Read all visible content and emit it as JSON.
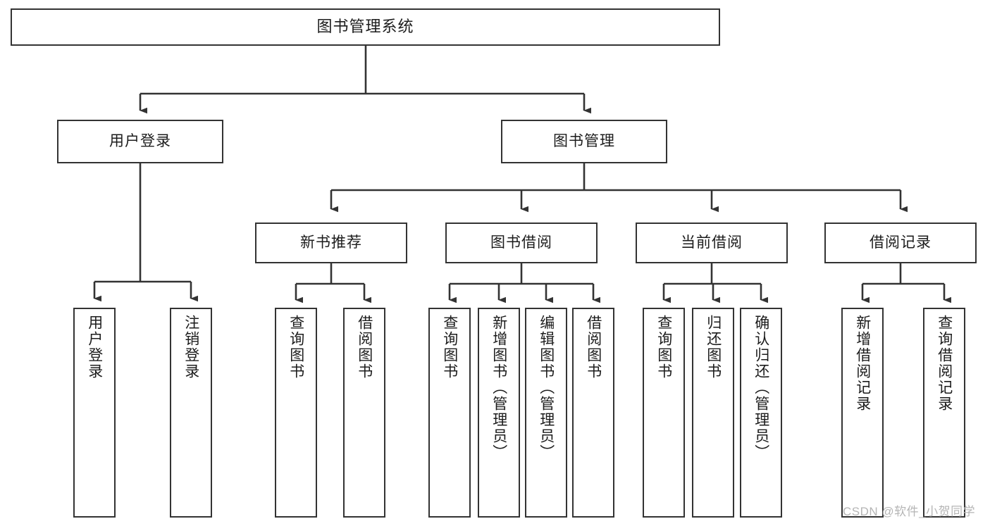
{
  "diagram": {
    "type": "tree-hierarchy",
    "title": "图书管理系统",
    "orientation": "top-down",
    "colors": {
      "box_border": "#333333",
      "box_fill": "#ffffff",
      "connector": "#333333",
      "text": "#1c1c1c",
      "watermark": "#b5b5b5",
      "background": "#ffffff"
    },
    "root": {
      "label": "图书管理系统"
    },
    "level2": [
      {
        "label": "用户登录"
      },
      {
        "label": "图书管理"
      }
    ],
    "level3": [
      {
        "label": "新书推荐"
      },
      {
        "label": "图书借阅"
      },
      {
        "label": "当前借阅"
      },
      {
        "label": "借阅记录"
      }
    ],
    "leaves": {
      "user_login": [
        {
          "label": "用户登录"
        },
        {
          "label": "注销登录"
        }
      ],
      "new_book_recommend": [
        {
          "label": "查询图书"
        },
        {
          "label": "借阅图书"
        }
      ],
      "book_borrow": [
        {
          "label": "查询图书"
        },
        {
          "label": "新增图书（管理员）"
        },
        {
          "label": "编辑图书（管理员）"
        },
        {
          "label": "借阅图书"
        }
      ],
      "current_borrow": [
        {
          "label": "查询图书"
        },
        {
          "label": "归还图书"
        },
        {
          "label": "确认归还（管理员）"
        }
      ],
      "borrow_record": [
        {
          "label": "新增借阅记录"
        },
        {
          "label": "查询借阅记录"
        }
      ]
    }
  },
  "watermark": {
    "text": "CSDN @软件_小贺同学"
  }
}
